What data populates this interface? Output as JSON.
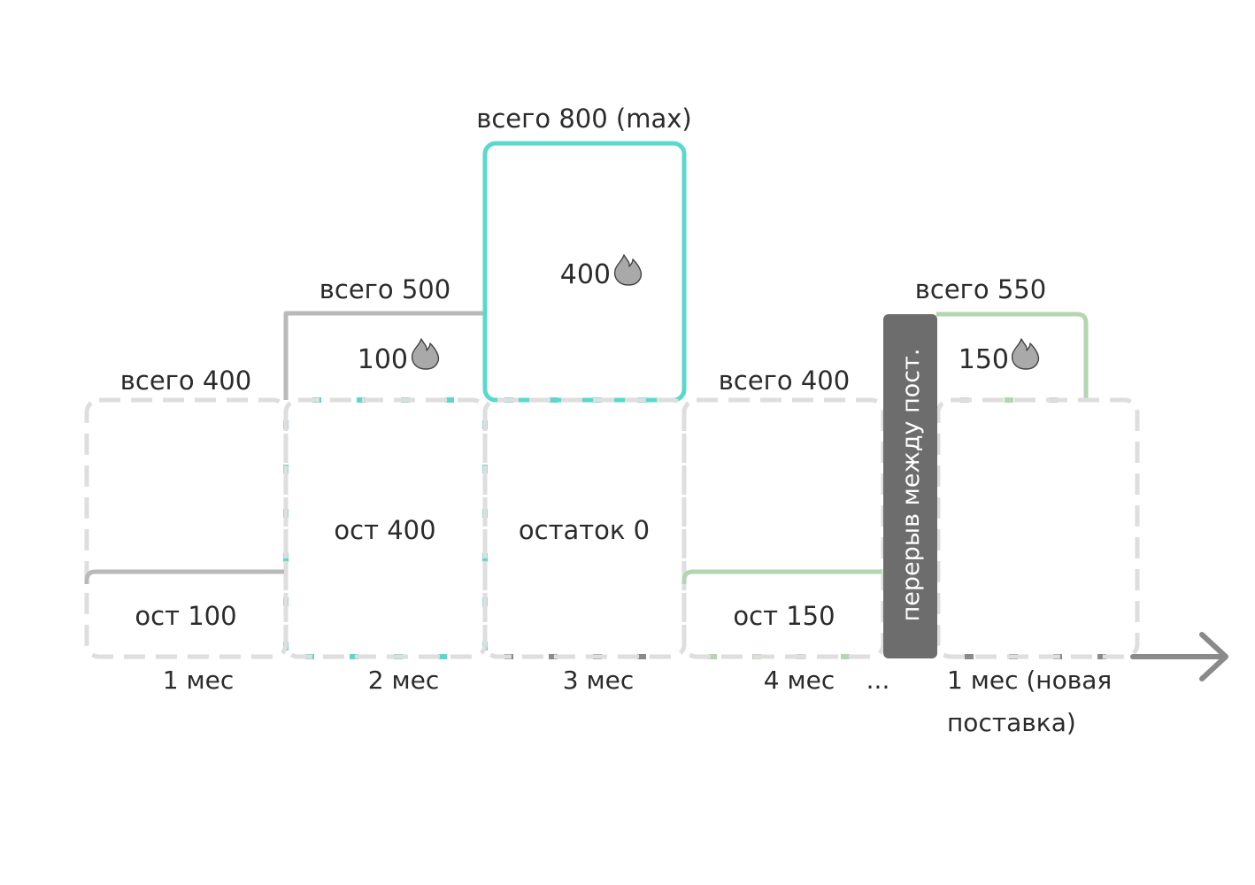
{
  "colors": {
    "cell_border": "#dedede",
    "remainder_line": "#b9b9b9",
    "accent_teal": "#5ad8cc",
    "accent_green": "#b3d6b0",
    "gap_fill": "#6d6d6d",
    "axis": "#8a8a8a",
    "flame": "#a9a9a9"
  },
  "icons": {
    "burned": "flame-icon",
    "axis_end": "arrow-right-icon"
  },
  "months": [
    {
      "period": "1 мес",
      "total": "всего 400",
      "remainder": "ост 100",
      "burned": ""
    },
    {
      "period": "2 мес",
      "total": "всего 500",
      "remainder": "ост 400",
      "burned": "100"
    },
    {
      "period": "3 мес",
      "total": "всего 800 (max)",
      "remainder": "остаток 0",
      "burned": "400"
    },
    {
      "period": "4 мес",
      "total": "всего 400",
      "remainder": "ост 150",
      "burned": ""
    },
    {
      "period": "1 мес (новая",
      "period_line2": "поставка)",
      "total": "всего 550",
      "remainder": "",
      "burned": "150"
    }
  ],
  "ellipsis": "...",
  "gap_label": "перерыв между пост."
}
